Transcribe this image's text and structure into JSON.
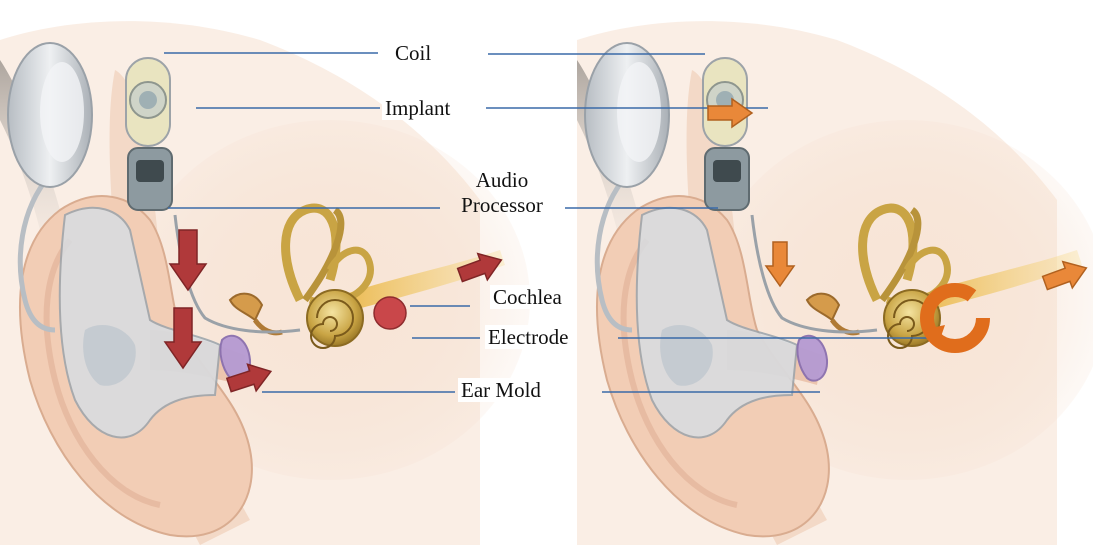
{
  "labels": {
    "coil": "Coil",
    "implant": "Implant",
    "audio": "Audio",
    "processor": "Processor",
    "cochlea": "Cochlea",
    "electrode": "Electrode",
    "ear_mold": "Ear Mold"
  },
  "colors": {
    "skin": "#f3d7c2",
    "skin_shadow": "#dcb79d",
    "device_grey": "#c9ced3",
    "mold_clear": "#d7dde2",
    "cochlea_gold": "#caa84a",
    "nerve": "#f0c25a",
    "arrow_red": "#b0393a",
    "arrow_orange": "#e98839",
    "rotation_orange": "#e06d1c",
    "leader_line": "#3a6aa8",
    "red_dot": "#c9474a",
    "ear_drum": "#b59ad2"
  }
}
